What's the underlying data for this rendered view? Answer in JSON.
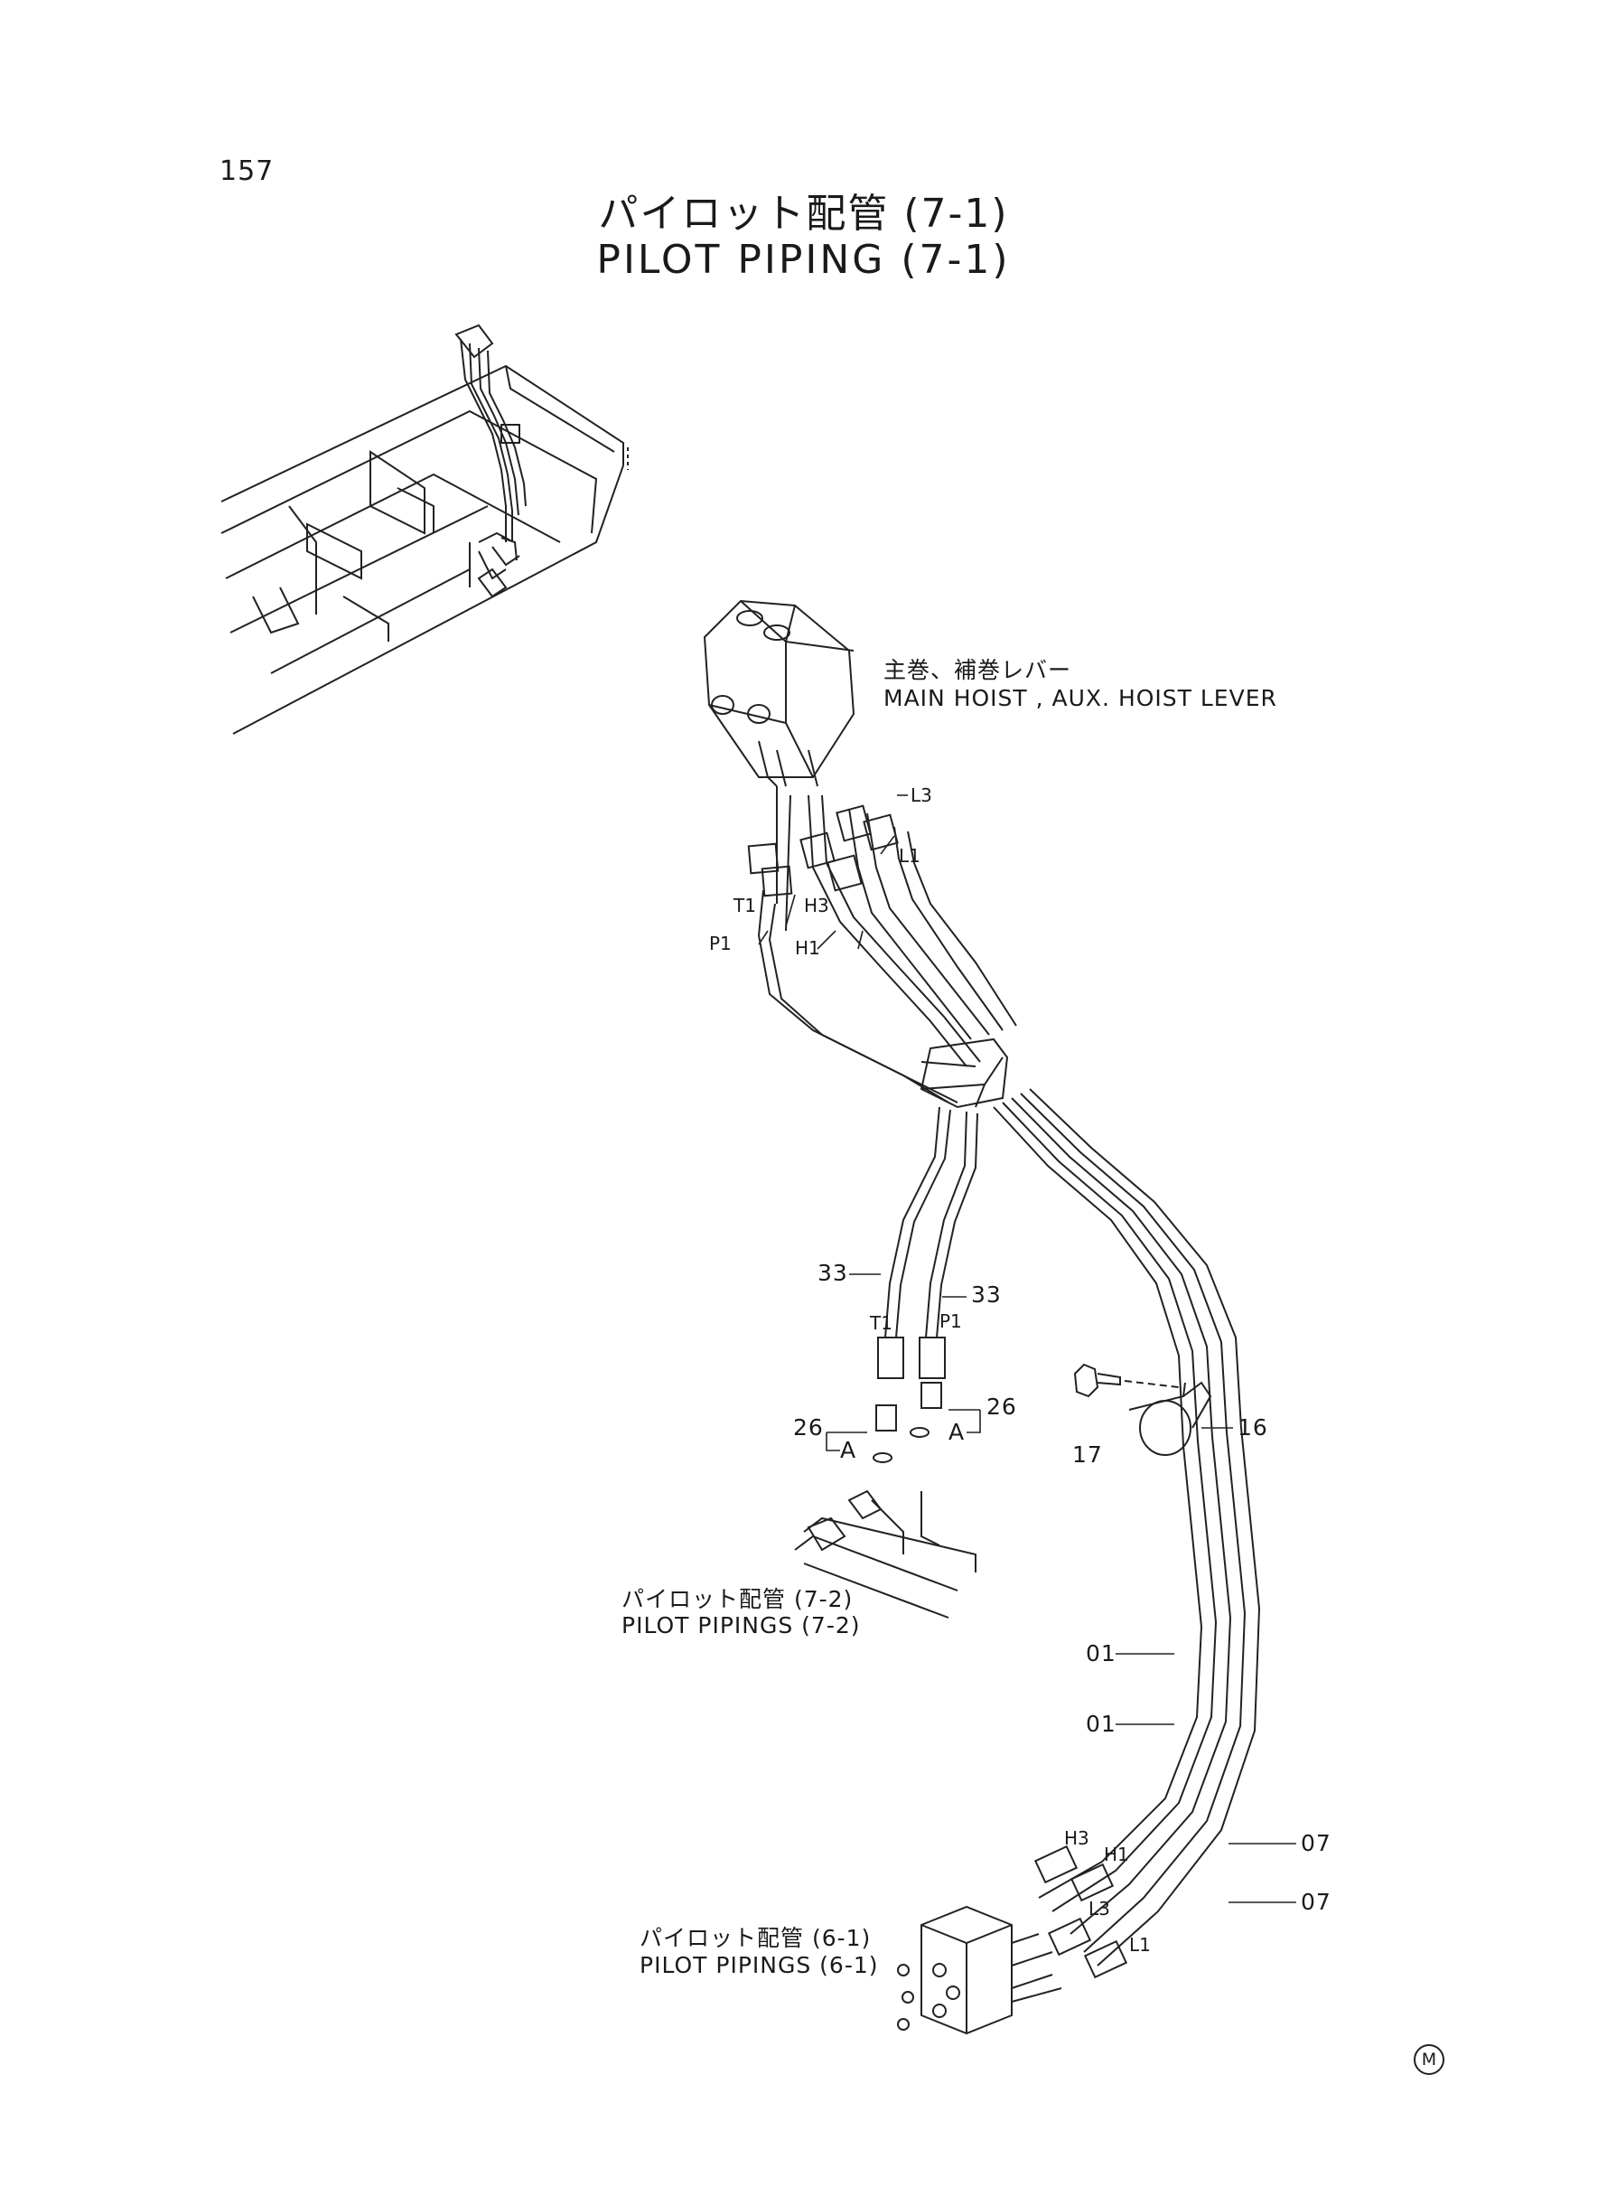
{
  "page_number": "157",
  "title_jp": "パイロット配管 (7-1)",
  "title_en": "PILOT PIPING (7-1)",
  "callouts": {
    "lever_jp": "主巻、補巻レバー",
    "lever_en": "MAIN HOIST , AUX. HOIST LEVER",
    "pp72_jp": "パイロット配管 (7-2)",
    "pp72_en": "PILOT PIPINGS (7-2)",
    "pp61_jp": "パイロット配管 (6-1)",
    "pp61_en": "PILOT PIPINGS (6-1)"
  },
  "ports_top": {
    "L3": "L3",
    "L1": "L1",
    "T1": "T1",
    "H3": "H3",
    "P1": "P1",
    "H1": "H1"
  },
  "ports_mid": {
    "T1": "T1",
    "P1": "P1",
    "A_left": "A",
    "A_right": "A"
  },
  "ports_bottom": {
    "H3": "H3",
    "H1": "H1",
    "L3": "L3",
    "L1": "L1"
  },
  "part_numbers": {
    "p33_left": "33",
    "p33_right": "33",
    "p26_left": "26",
    "p26_right": "26",
    "p17": "17",
    "p16": "16",
    "p01_a": "01",
    "p01_b": "01",
    "p07_a": "07",
    "p07_b": "07"
  },
  "logo_mark": "M"
}
